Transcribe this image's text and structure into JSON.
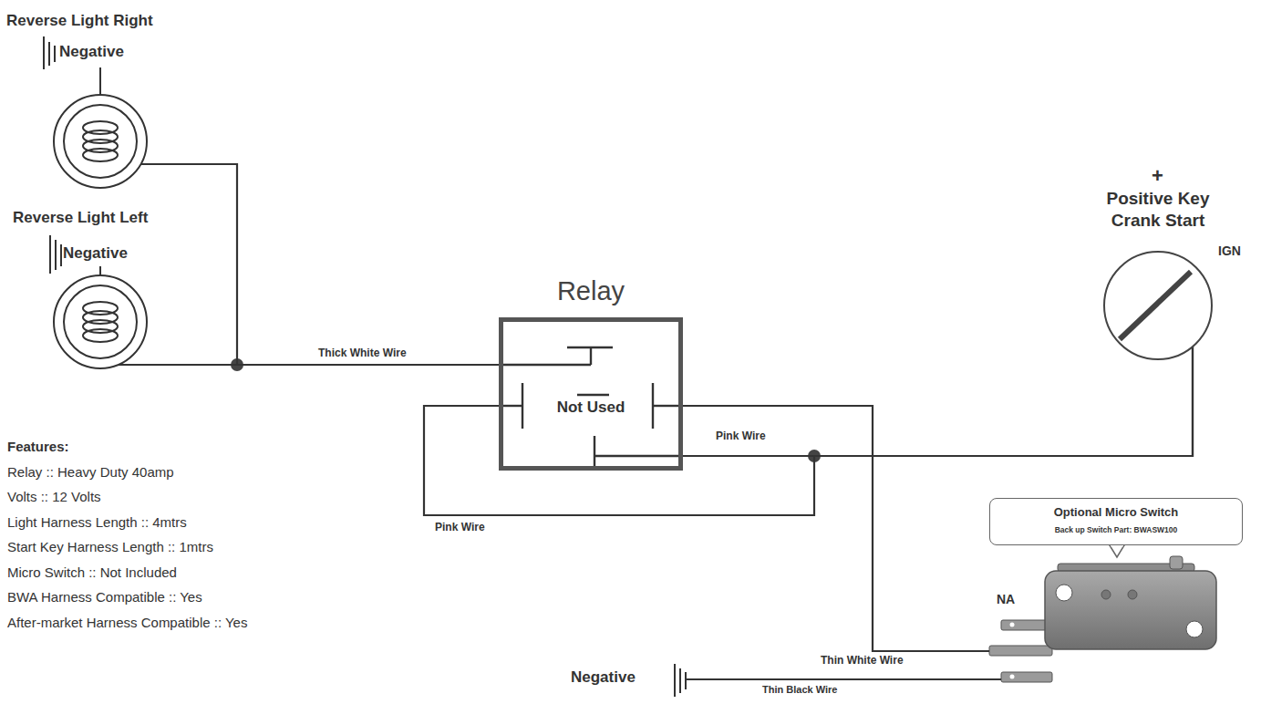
{
  "diagram": {
    "nodes": [
      {
        "text": [
          "Reverse Light Right"
        ]
      },
      {
        "text": [
          "Reverse Light Left"
        ]
      },
      {
        "text": [
          "Relay",
          "Not Used"
        ]
      },
      {
        "text": [
          "Positive Key Crank Start",
          "IGN"
        ]
      },
      {
        "text": [
          "Optional Micro Switch",
          "Back up Switch Part: BWASW100"
        ]
      },
      {
        "text": [
          "NA"
        ]
      }
    ],
    "edges": [
      {
        "from": 0,
        "to": 2,
        "arrow": "none"
      },
      {
        "from": 1,
        "to": 2,
        "label": "Thick White Wire",
        "arrow": "none"
      },
      {
        "from": 2,
        "to": 3,
        "label": "Pink Wire",
        "arrow": "none"
      },
      {
        "from": 2,
        "to": 3,
        "label": "Pink Wire",
        "arrow": "none"
      },
      {
        "from": 2,
        "to": 5,
        "label": "Thin White Wire",
        "arrow": "none"
      }
    ],
    "labels": [
      "Negative",
      "Negative",
      "+",
      "Negative",
      "Thin Black Wire",
      "Features:",
      "Relay :: Heavy Duty 40amp",
      "Volts :: 12 Volts",
      "Light Harness Length :: 4mtrs",
      "Start Key Harness Length :: 1mtrs",
      "Micro Switch :: Not Included",
      "BWA Harness Compatible :: Yes",
      "After-market Harness Compatible :: Yes"
    ]
  }
}
